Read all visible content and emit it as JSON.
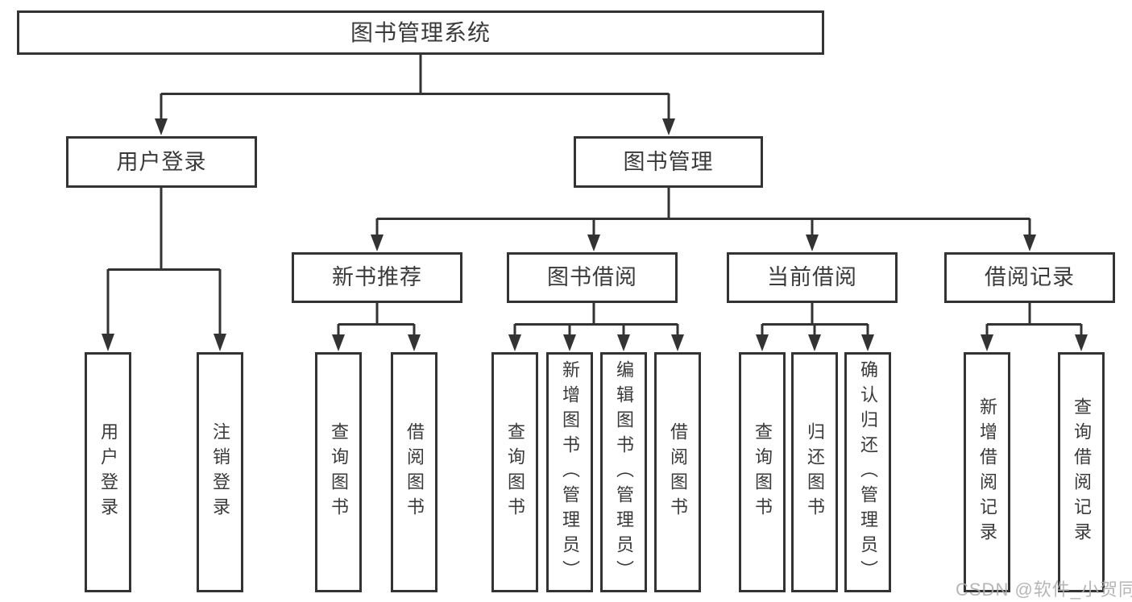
{
  "diagram": {
    "root": {
      "label": "图书管理系统"
    },
    "branches": [
      {
        "label": "用户登录",
        "children": [
          {
            "label": "用户登录"
          },
          {
            "label": "注销登录"
          }
        ]
      },
      {
        "label": "图书管理",
        "children": [
          {
            "label": "新书推荐",
            "children": [
              {
                "label": "查询图书"
              },
              {
                "label": "借阅图书"
              }
            ]
          },
          {
            "label": "图书借阅",
            "children": [
              {
                "label": "查询图书"
              },
              {
                "label": "新增图书（管理员）"
              },
              {
                "label": "编辑图书（管理员）"
              },
              {
                "label": "借阅图书"
              }
            ]
          },
          {
            "label": "当前借阅",
            "children": [
              {
                "label": "查询图书"
              },
              {
                "label": "归还图书"
              },
              {
                "label": "确认归还（管理员）"
              }
            ]
          },
          {
            "label": "借阅记录",
            "children": [
              {
                "label": "新增借阅记录"
              },
              {
                "label": "查询借阅记录"
              }
            ]
          }
        ]
      }
    ]
  },
  "watermark": {
    "text": "CSDN @软件_小贺同学"
  },
  "colors": {
    "line": "#333333",
    "text": "#3a3a3a",
    "watermark": "#acacac",
    "background": "#ffffff"
  }
}
